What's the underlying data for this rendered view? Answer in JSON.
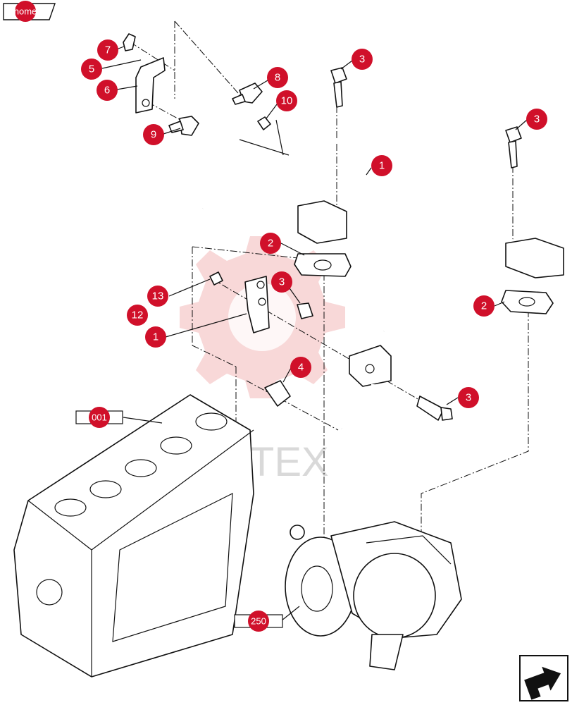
{
  "home_tab": {
    "label": "home"
  },
  "callouts": [
    {
      "id": "c7",
      "label": "7"
    },
    {
      "id": "c5",
      "label": "5"
    },
    {
      "id": "c6",
      "label": "6"
    },
    {
      "id": "c9",
      "label": "9"
    },
    {
      "id": "c8",
      "label": "8"
    },
    {
      "id": "c10",
      "label": "10"
    },
    {
      "id": "c3a",
      "label": "3"
    },
    {
      "id": "c3b",
      "label": "3"
    },
    {
      "id": "c1a",
      "label": "1"
    },
    {
      "id": "c2a",
      "label": "2"
    },
    {
      "id": "c3c",
      "label": "3"
    },
    {
      "id": "c13",
      "label": "13"
    },
    {
      "id": "c12",
      "label": "12"
    },
    {
      "id": "c1b",
      "label": "1"
    },
    {
      "id": "c2b",
      "label": "2"
    },
    {
      "id": "c4",
      "label": "4"
    },
    {
      "id": "c3d",
      "label": "3"
    }
  ],
  "refs": [
    {
      "id": "r001",
      "label": "001"
    },
    {
      "id": "r250",
      "label": "250"
    }
  ],
  "watermark": {
    "text": "HTEX"
  },
  "icons": {
    "next_page": "arrow-next-icon"
  }
}
